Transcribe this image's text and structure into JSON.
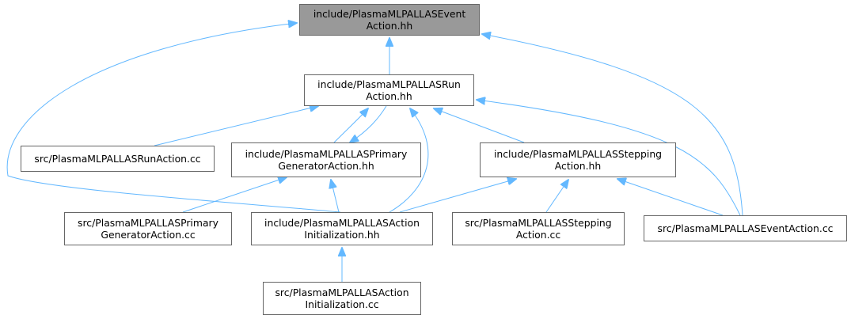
{
  "colors": {
    "edge": "#63b8ff",
    "border": "#666666",
    "root_fill": "#999999",
    "node_fill": "#ffffff"
  },
  "nodes": {
    "event_hh": {
      "line1": "include/PlasmaMLPALLASEvent",
      "line2": "Action.hh"
    },
    "run_hh": {
      "line1": "include/PlasmaMLPALLASRun",
      "line2": "Action.hh"
    },
    "run_cc": {
      "line1": "src/PlasmaMLPALLASRunAction.cc",
      "line2": ""
    },
    "primary_hh": {
      "line1": "include/PlasmaMLPALLASPrimary",
      "line2": "GeneratorAction.hh"
    },
    "stepping_hh": {
      "line1": "include/PlasmaMLPALLASStepping",
      "line2": "Action.hh"
    },
    "primary_cc": {
      "line1": "src/PlasmaMLPALLASPrimary",
      "line2": "GeneratorAction.cc"
    },
    "init_hh": {
      "line1": "include/PlasmaMLPALLASAction",
      "line2": "Initialization.hh"
    },
    "stepping_cc": {
      "line1": "src/PlasmaMLPALLASStepping",
      "line2": "Action.cc"
    },
    "event_cc": {
      "line1": "src/PlasmaMLPALLASEventAction.cc",
      "line2": ""
    },
    "init_cc": {
      "line1": "src/PlasmaMLPALLASAction",
      "line2": "Initialization.cc"
    }
  },
  "edges": [
    {
      "from": "run_hh",
      "to": "event_hh"
    },
    {
      "from": "init_hh",
      "to": "event_hh"
    },
    {
      "from": "event_cc",
      "to": "event_hh"
    },
    {
      "from": "run_cc",
      "to": "run_hh"
    },
    {
      "from": "primary_hh",
      "to": "run_hh"
    },
    {
      "from": "run_hh",
      "to": "primary_hh"
    },
    {
      "from": "stepping_hh",
      "to": "run_hh"
    },
    {
      "from": "init_hh",
      "to": "run_hh"
    },
    {
      "from": "event_cc",
      "to": "run_hh"
    },
    {
      "from": "primary_cc",
      "to": "primary_hh"
    },
    {
      "from": "init_hh",
      "to": "primary_hh"
    },
    {
      "from": "init_hh",
      "to": "stepping_hh"
    },
    {
      "from": "stepping_cc",
      "to": "stepping_hh"
    },
    {
      "from": "event_cc",
      "to": "stepping_hh"
    },
    {
      "from": "init_cc",
      "to": "init_hh"
    }
  ]
}
